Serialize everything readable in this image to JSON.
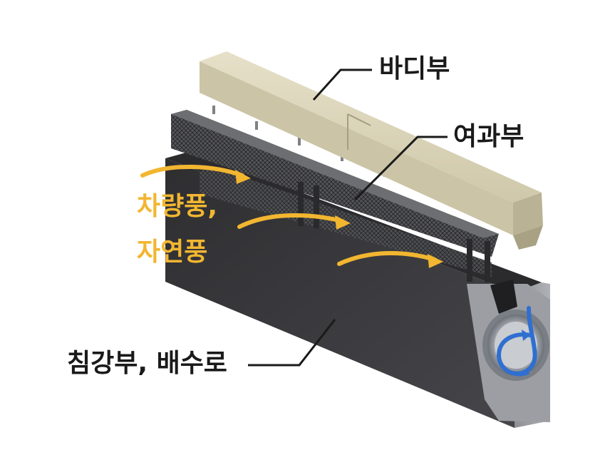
{
  "labels": {
    "body_part": "바디부",
    "filter_part": "여과부",
    "wind_line1": "차량풍,",
    "wind_line2": "자연풍",
    "settling_part": "침강부, 배수로"
  },
  "colors": {
    "background": "#ffffff",
    "label_text": "#1a1a1a",
    "wind_arrow": "#f2b630",
    "concrete_cover": "#d9d3ba",
    "channel_body": "#3a3a3d",
    "filter_mesh": "#4a4a4d",
    "water_swirl": "#2f6fd0",
    "pipe_metal": "#b8bcc2"
  },
  "icons": {
    "wind_arrows": "curved-arrow-right",
    "water_flow": "swirl-arrow"
  }
}
